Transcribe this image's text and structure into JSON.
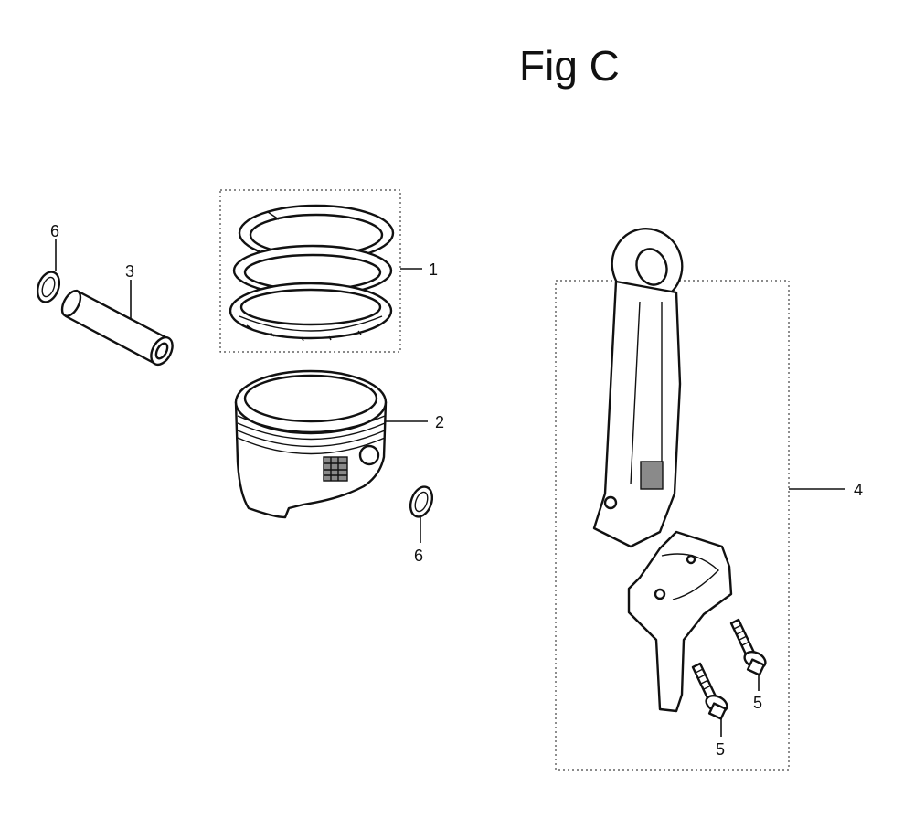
{
  "figure": {
    "title": "Fig C"
  },
  "parts": [
    {
      "callout": "1",
      "icon": "piston-ring-set-icon"
    },
    {
      "callout": "2",
      "icon": "piston-icon"
    },
    {
      "callout": "3",
      "icon": "piston-pin-icon"
    },
    {
      "callout": "4",
      "icon": "connecting-rod-icon"
    },
    {
      "callout": "5",
      "icon": "rod-bolt-icon"
    },
    {
      "callout": "5",
      "icon": "rod-bolt-icon"
    },
    {
      "callout": "6",
      "icon": "pin-clip-icon"
    },
    {
      "callout": "6",
      "icon": "pin-clip-icon"
    }
  ]
}
